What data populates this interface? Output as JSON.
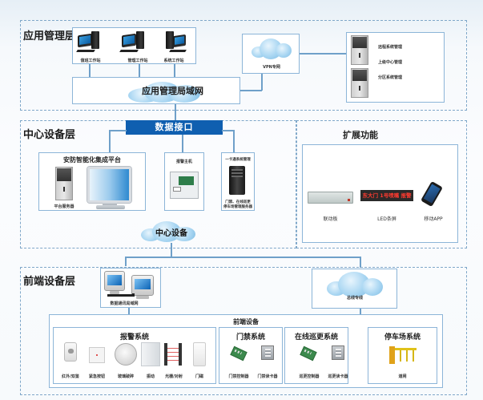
{
  "layers": {
    "app_mgmt": {
      "title": "应用管理层",
      "workstations": [
        {
          "label": "值班工作站"
        },
        {
          "label": "管理工作站"
        },
        {
          "label": "系统工作站"
        }
      ],
      "lan": {
        "label": "应用管理局域网"
      },
      "vpn": {
        "label": "VPN专网"
      },
      "remote_servers": [
        {
          "label": "远程系统管理"
        },
        {
          "label": "上级中心管理"
        },
        {
          "label": "分区系统管理"
        }
      ]
    },
    "center": {
      "title": "中心设备层",
      "data_interface": "数据接口",
      "platform": {
        "title": "安防智能化集成平台",
        "server_label": "平台服务器"
      },
      "alarm_host": {
        "title": "报警主机"
      },
      "card_mgmt": {
        "title": "一卡通系统管理",
        "desc_line1": "门禁、在线巡更",
        "desc_line2": "停车场管理服务器"
      },
      "center_cloud": "中心设备"
    },
    "extension": {
      "title": "扩展功能",
      "items": [
        {
          "label": "联动板"
        },
        {
          "label": "LED条屏"
        },
        {
          "label": "移动APP"
        }
      ],
      "led_text": "东大门 1号喷嘴 报警"
    },
    "frontend": {
      "title": "前端设备层",
      "data_lan": "数据通讯局域网",
      "bus": "总线专线",
      "devices_title": "前端设备",
      "systems": [
        {
          "title": "报警系统",
          "items": [
            {
              "label": "红外/双鉴"
            },
            {
              "label": "紧急按钮"
            },
            {
              "label": "玻璃破碎"
            },
            {
              "label": "振动"
            },
            {
              "label": "光栅/对射"
            },
            {
              "label": "门磁"
            }
          ]
        },
        {
          "title": "门禁系统",
          "items": [
            {
              "label": "门禁控制器"
            },
            {
              "label": "门禁读卡器"
            }
          ]
        },
        {
          "title": "在线巡更系统",
          "items": [
            {
              "label": "巡更控制器"
            },
            {
              "label": "巡更读卡器"
            }
          ]
        },
        {
          "title": "停车场系统",
          "items": [
            {
              "label": "道闸"
            }
          ]
        }
      ]
    }
  },
  "colors": {
    "accent_blue": "#0f5fb0",
    "line_blue": "#6fa0c9",
    "border_blue": "#8cb5d8"
  }
}
